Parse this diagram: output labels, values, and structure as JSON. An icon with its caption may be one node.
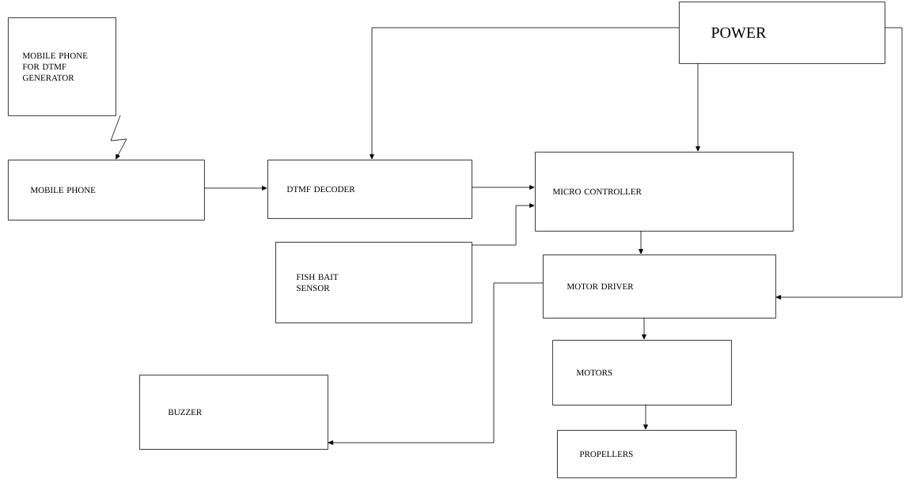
{
  "diagram": {
    "nodes": [
      {
        "text": [
          "MOBILE PHONE FOR DTMF GENERATOR"
        ]
      },
      {
        "text": [
          "MOBILE PHONE"
        ]
      },
      {
        "text": [
          "DTMF DECODER"
        ]
      },
      {
        "text": [
          "POWER"
        ]
      },
      {
        "text": [
          "MICRO CONTROLLER"
        ]
      },
      {
        "text": [
          "FISH BAIT SENSOR"
        ]
      },
      {
        "text": [
          "MOTOR DRIVER"
        ]
      },
      {
        "text": [
          "BUZZER"
        ]
      },
      {
        "text": [
          "MOTORS"
        ]
      },
      {
        "text": [
          "PROPELLERS"
        ]
      }
    ],
    "edges": [
      {
        "from": 0,
        "to": 1,
        "arrow": "to"
      },
      {
        "from": 1,
        "to": 2,
        "arrow": "to"
      },
      {
        "from": 3,
        "to": 2,
        "arrow": "to"
      },
      {
        "from": 3,
        "to": 4,
        "arrow": "to"
      },
      {
        "from": 3,
        "to": 6,
        "arrow": "to"
      },
      {
        "from": 2,
        "to": 4,
        "arrow": "to"
      },
      {
        "from": 5,
        "to": 4,
        "arrow": "to"
      },
      {
        "from": 4,
        "to": 6,
        "arrow": "to"
      },
      {
        "from": 6,
        "to": 8,
        "arrow": "to"
      },
      {
        "from": 8,
        "to": 9,
        "arrow": "to"
      },
      {
        "from": 6,
        "to": 7,
        "arrow": "to"
      }
    ]
  }
}
